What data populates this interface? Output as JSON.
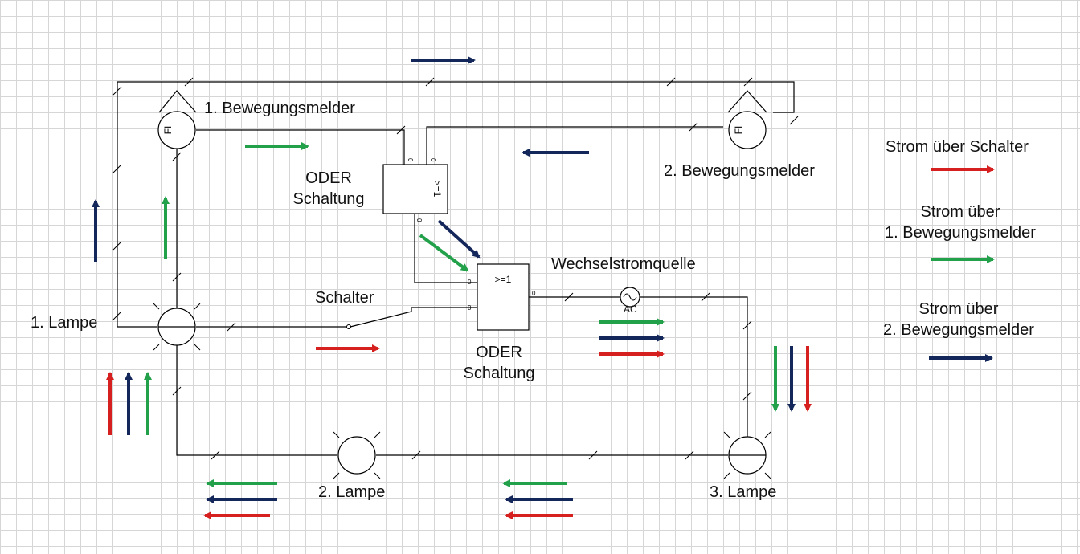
{
  "labels": {
    "lamp1": "1. Lampe",
    "lamp2": "2. Lampe",
    "lamp3": "3. Lampe",
    "motion1": "1. Bewegungsmelder",
    "motion2": "2. Bewegungsmelder",
    "or_upper_1": "ODER",
    "or_upper_2": "Schaltung",
    "or_lower_1": "ODER",
    "or_lower_2": "Schaltung",
    "switch": "Schalter",
    "ac_source": "Wechselstromquelle",
    "ac_tag": "AC",
    "gate_upper_symbol": ">=1",
    "gate_lower_symbol": ">=1",
    "detector_tag": "FI",
    "pin_zero": "0"
  },
  "legend": {
    "switch_current": "Strom über Schalter",
    "motion1_current_1": "Strom über",
    "motion1_current_2": "1. Bewegungsmelder",
    "motion2_current_1": "Strom über",
    "motion2_current_2": "2. Bewegungsmelder"
  },
  "colors": {
    "switch_current": "#d62020",
    "motion1_current": "#22a04a",
    "motion2_current": "#14275a",
    "wire": "#000000",
    "grid": "#d6d6d6"
  }
}
